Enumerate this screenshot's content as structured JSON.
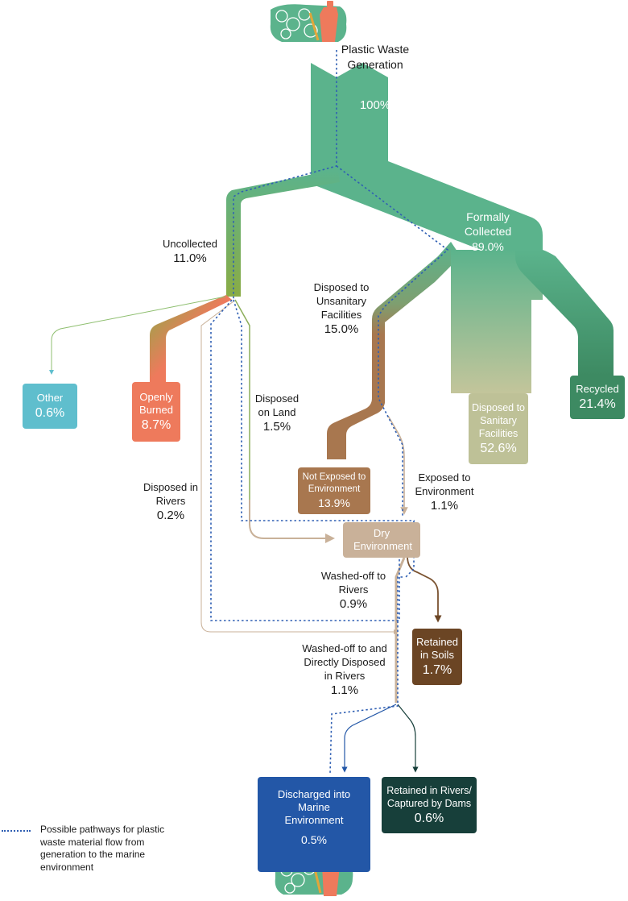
{
  "nodes": {
    "generation": {
      "title": "Plastic Waste Generation",
      "value": "100%"
    },
    "uncollected": {
      "title": "Uncollected",
      "value": "11.0%"
    },
    "formally_collected": {
      "title": "Formally Collected",
      "value": "89.0%"
    },
    "unsanitary": {
      "title": "Disposed to Unsanitary Facilities",
      "value": "15.0%"
    },
    "other": {
      "title": "Other",
      "value": "0.6%"
    },
    "openly_burned": {
      "title": "Openly Burned",
      "value": "8.7%"
    },
    "disposed_on_land": {
      "title": "Disposed on Land",
      "value": "1.5%"
    },
    "disposed_in_rivers": {
      "title": "Disposed in Rivers",
      "value": "0.2%"
    },
    "sanitary": {
      "title": "Disposed to Sanitary Facilities",
      "value": "52.6%"
    },
    "recycled": {
      "title": "Recycled",
      "value": "21.4%"
    },
    "not_exposed": {
      "title": "Not Exposed to Environment",
      "value": "13.9%"
    },
    "exposed": {
      "title": "Exposed to Environment",
      "value": "1.1%"
    },
    "dry_env": {
      "title": "Dry Environment"
    },
    "washed_off": {
      "title": "Washed-off to Rivers",
      "value": "0.9%"
    },
    "retained_soils": {
      "title": "Retained in Soils",
      "value": "1.7%"
    },
    "washed_direct": {
      "title": "Washed-off to and Directly Disposed in Rivers",
      "value": "1.1%"
    },
    "marine": {
      "title": "Discharged into Marine Environment",
      "value": "0.5%"
    },
    "retained_rivers": {
      "title": "Retained in Rivers/ Captured by Dams",
      "value": "0.6%"
    }
  },
  "legend": {
    "text": "Possible pathways for plastic waste material flow from generation to the marine environment"
  },
  "colors": {
    "main_green": "#5bb38c",
    "dark_green": "#3d8a62",
    "uncollected_green": "#8aac45",
    "orange": "#ee7a5c",
    "teal": "#5fbecd",
    "brown": "#a8774f",
    "khaki": "#bec197",
    "light_brown": "#c9b199",
    "dark_brown": "#6b4524",
    "blue": "#2357a7",
    "dark_teal": "#173f3a",
    "pathway_blue": "#2f5fb3"
  },
  "icons": [
    "waste-pile-icon",
    "plastic-bottle-icon"
  ]
}
